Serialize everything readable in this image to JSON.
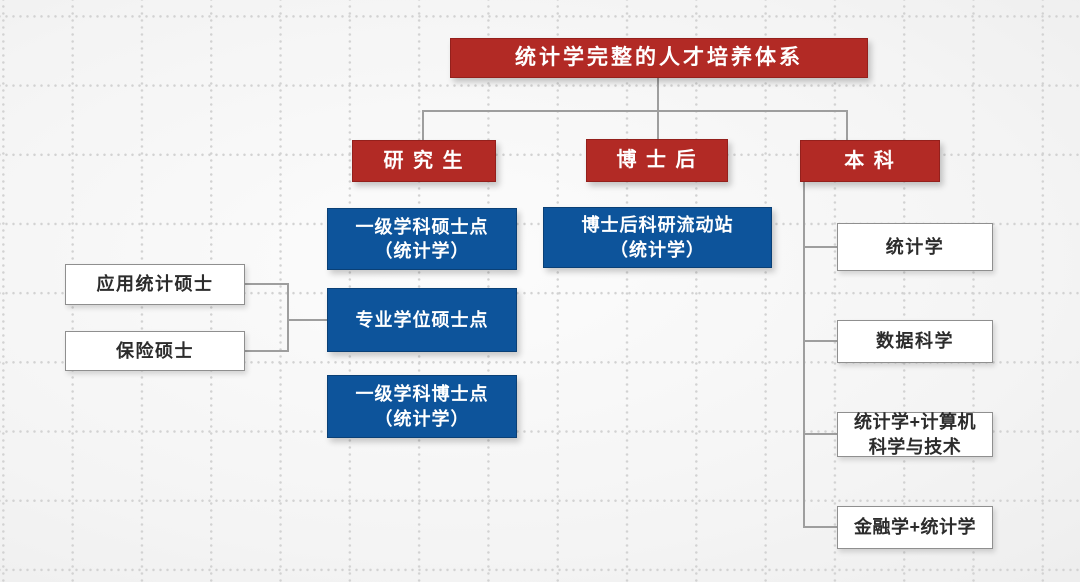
{
  "diagram": {
    "title": "统计学完整的人才培养体系",
    "levels": {
      "graduate": {
        "label": "研 究 生",
        "programs": [
          {
            "line1": "一级学科硕士点",
            "line2": "（统计学）"
          },
          {
            "line1": "专业学位硕士点"
          },
          {
            "line1": "一级学科博士点",
            "line2": "（统计学）"
          }
        ]
      },
      "postdoc": {
        "label": "博 士 后",
        "programs": [
          {
            "line1": "博士后科研流动站",
            "line2": "（统计学）"
          }
        ]
      },
      "undergraduate": {
        "label": "本  科",
        "programs": [
          {
            "line1": "统计学"
          },
          {
            "line1": "数据科学"
          },
          {
            "line1": "统计学+计算机",
            "line2": "科学与技术"
          },
          {
            "line1": "金融学+统计学"
          }
        ]
      }
    },
    "professional_masters": [
      {
        "label": "应用统计硕士"
      },
      {
        "label": "保险硕士"
      }
    ]
  },
  "colors": {
    "red": "#b22a25",
    "blue": "#0d549b",
    "line": "#9e9e9e",
    "box_border": "#8f8f8f",
    "text_dark": "#2c2c2c",
    "grid_dot": "#d2d2d2"
  }
}
